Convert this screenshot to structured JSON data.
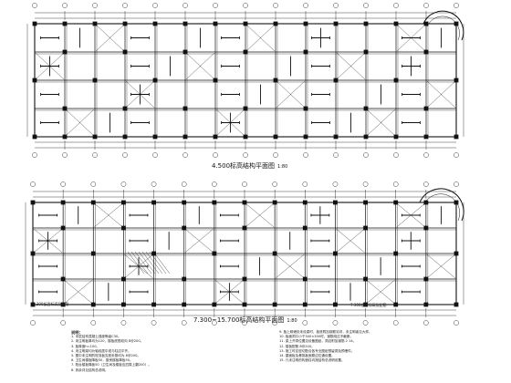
{
  "plans": [
    {
      "id": "upper",
      "caption_level": "4.500",
      "caption_text": "标高结构平面图",
      "caption_scale": "1:80"
    },
    {
      "id": "lower",
      "caption_level": "7.300~15.700",
      "caption_text": "标高结构平面图",
      "caption_scale": "1:80"
    }
  ],
  "section_tags": {
    "left": "7.300板面标高及配筋",
    "right": "7.300板面标高及配筋"
  },
  "notes": {
    "title": "说明：",
    "left": [
      "1. 本层结构混凝土强度等级C30。",
      "2. 未注明板厚均为120，楼板底筋双向 8@200。",
      "3. 板厚度h=100。",
      "4. 未注明梁均为轴线居中或与柱边平齐。",
      "5. 图中未注明的现浇板支座负筋均为 8@200。",
      "6. 卫生间楼板降板50，厨房楼板降板50。",
      "7. 阳台楼板降板50（卫生间及楼板应四周上翻200）。",
      "8. 其余详见结构总说明。"
    ],
    "right": [
      "9. 板上砌墙处未设梁时，板底附加钢筋另详，未注明者见大样。",
      "10. 板面洞口小于300×300时，钢筋绕过不截断。",
      "11. 梁上开洞位置见设备图纸，洞边附加钢筋 2 14。",
      "12. 楼板配筋 8@200。",
      "13. 施工时应密切配合各专业图纸预留洞及预埋件。",
      "14. 屋面板及悬挑板面筋应拉通设置。",
      "15. 凡未注明的构造柱均按结构总说明设置。"
    ]
  }
}
